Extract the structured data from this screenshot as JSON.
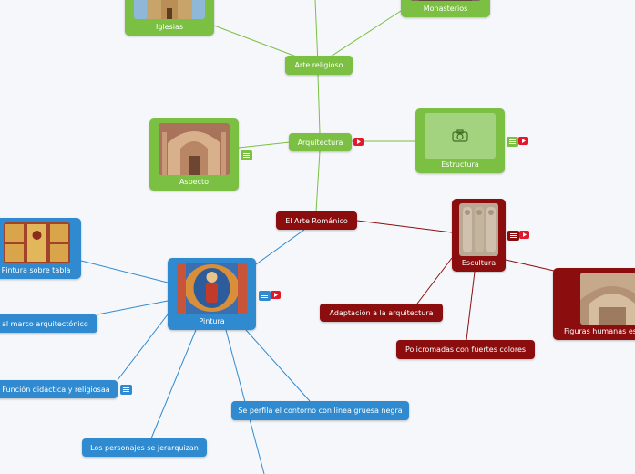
{
  "colors": {
    "green": "#7bc043",
    "red": "#8b0d0d",
    "blue": "#2f8ad0",
    "line_green": "#7bc043",
    "line_red": "#8b0d0d",
    "line_blue": "#2f8ad0"
  },
  "nodes": {
    "iglesias": "Iglesias",
    "monasterios": "Monasterios",
    "arte_religioso": "Arte religioso",
    "arquitectura": "Arquitectura",
    "aspecto": "Aspecto",
    "estructura": "Estructura",
    "el_arte_romanico": "El Arte Románico",
    "escultura": "Escultura",
    "figuras_humanas": "Figuras humanas es",
    "adaptacion": "Adaptación a la arquitectura",
    "policromadas": "Policromadas con fuertes colores",
    "pintura": "Pintura",
    "pintura_sobre_tabla": "Pintura sobre tabla",
    "marco_arquitectonico": "al marco arquitectónico",
    "funcion_didactica": "Función didáctica y religiosaa",
    "se_perfila": "Se perfila el contorno con línea gruesa negra",
    "personajes": "Los personajes se jerarquizan"
  },
  "icons": {
    "notes": "notes-icon",
    "video": "youtube-icon",
    "camera": "camera-icon"
  }
}
